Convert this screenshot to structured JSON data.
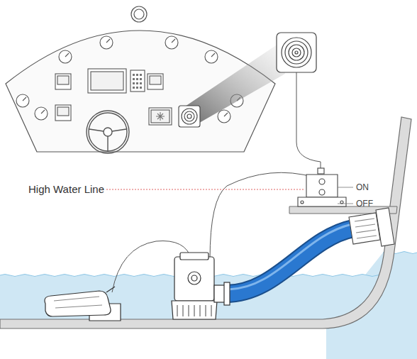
{
  "diagram": {
    "labels": [
      "High Water Line",
      "ON",
      "OFF"
    ]
  }
}
